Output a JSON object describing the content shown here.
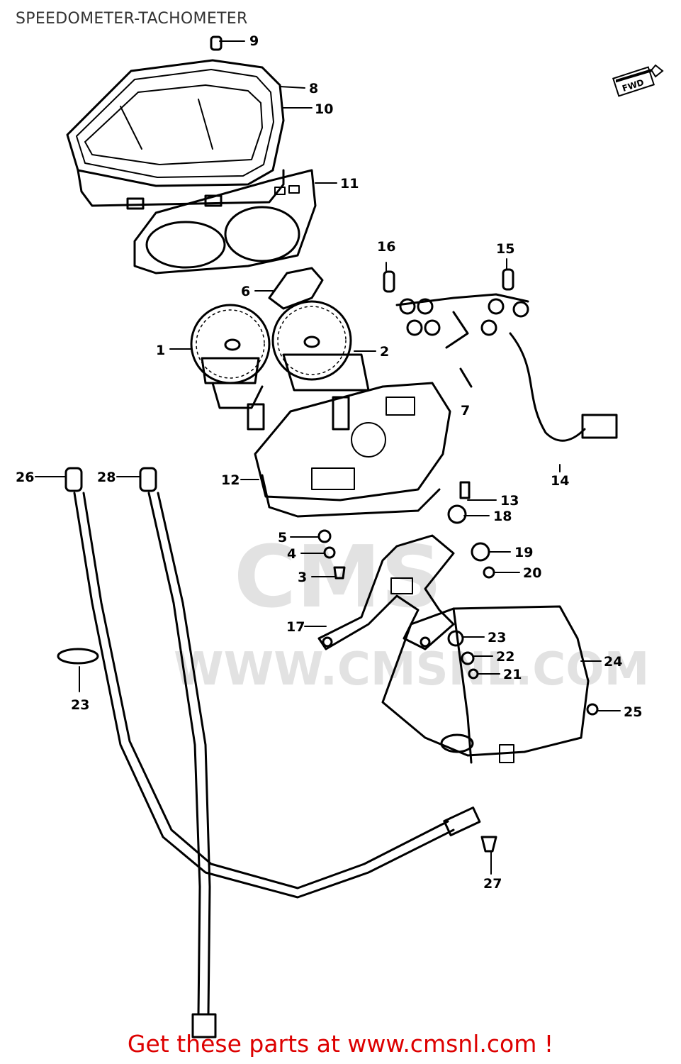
{
  "title": "SPEEDOMETER-TACHOMETER",
  "footer": "Get these parts at www.cmsnl.com !",
  "watermark": "WWW.CMSNL.COM",
  "watermark_logo": "CMS",
  "fwd_marker": "FWD",
  "callouts": [
    "1",
    "2",
    "3",
    "4",
    "5",
    "6",
    "7",
    "8",
    "9",
    "10",
    "11",
    "12",
    "13",
    "14",
    "15",
    "16",
    "17",
    "18",
    "19",
    "20",
    "21",
    "22",
    "23",
    "24",
    "25",
    "26",
    "27",
    "28"
  ],
  "callout_23_second": "23",
  "colors": {
    "line": "#000000",
    "footer": "#dd0000",
    "watermark": "#e2e2e2",
    "title": "#333333"
  }
}
